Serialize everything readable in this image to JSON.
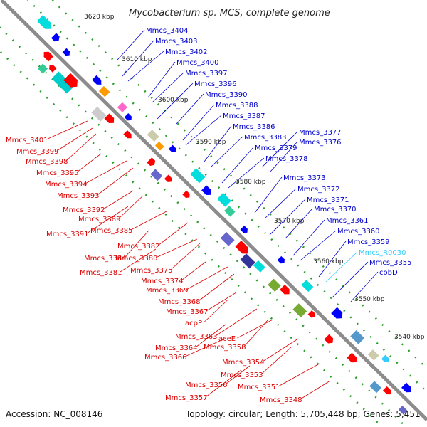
{
  "title": "Mycobacterium sp. MCS, complete genome",
  "footer": {
    "accession": "Accession: NC_008146",
    "topology": "Topology: circular; Length: 5,705,448 bp; Genes: 5,451"
  },
  "colors": {
    "forward": "#ff0000",
    "reverse": "#0000ff",
    "rna": "#33ccff",
    "axis": "#808080",
    "ticks": "#009900"
  },
  "ticks": [
    "3620 kbp",
    "3610 kbp",
    "3600 kbp",
    "3590 kbp",
    "3580 kbp",
    "3570 kbp",
    "3560 kbp",
    "3550 kbp",
    "3540 kbp"
  ],
  "right_labels": [
    {
      "text": "Mmcs_3404",
      "color": "#0000cc"
    },
    {
      "text": "Mmcs_3403",
      "color": "#0000cc"
    },
    {
      "text": "Mmcs_3402",
      "color": "#0000cc"
    },
    {
      "text": "Mmcs_3400",
      "color": "#0000cc"
    },
    {
      "text": "Mmcs_3397",
      "color": "#0000cc"
    },
    {
      "text": "Mmcs_3396",
      "color": "#0000cc"
    },
    {
      "text": "Mmcs_3390",
      "color": "#0000cc"
    },
    {
      "text": "Mmcs_3388",
      "color": "#0000cc"
    },
    {
      "text": "Mmcs_3387",
      "color": "#0000cc"
    },
    {
      "text": "Mmcs_3386",
      "color": "#0000cc"
    },
    {
      "text": "Mmcs_3383",
      "color": "#0000cc"
    },
    {
      "text": "Mmcs_3377",
      "color": "#0000cc"
    },
    {
      "text": "Mmcs_3376",
      "color": "#0000cc"
    },
    {
      "text": "Mmcs_3379",
      "color": "#0000cc"
    },
    {
      "text": "Mmcs_3378",
      "color": "#0000cc"
    },
    {
      "text": "Mmcs_3373",
      "color": "#0000cc"
    },
    {
      "text": "Mmcs_3372",
      "color": "#0000cc"
    },
    {
      "text": "Mmcs_3371",
      "color": "#0000cc"
    },
    {
      "text": "Mmcs_3370",
      "color": "#0000cc"
    },
    {
      "text": "Mmcs_3361",
      "color": "#0000cc"
    },
    {
      "text": "Mmcs_3360",
      "color": "#0000cc"
    },
    {
      "text": "Mmcs_3359",
      "color": "#0000cc"
    },
    {
      "text": "Mmcs_R0030",
      "color": "#33ccff"
    },
    {
      "text": "Mmcs_3355",
      "color": "#0000cc"
    },
    {
      "text": "cobD",
      "color": "#0000cc"
    }
  ],
  "left_labels": [
    {
      "text": "Mmcs_3401"
    },
    {
      "text": "Mmcs_3399"
    },
    {
      "text": "Mmcs_3398"
    },
    {
      "text": "Mmcs_3395"
    },
    {
      "text": "Mmcs_3394"
    },
    {
      "text": "Mmcs_3393"
    },
    {
      "text": "Mmcs_3392"
    },
    {
      "text": "Mmcs_3389"
    },
    {
      "text": "Mmcs_3391"
    },
    {
      "text": "Mmcs_3385"
    },
    {
      "text": "Mmcs_3382"
    },
    {
      "text": "Mmcs_3384"
    },
    {
      "text": "Mmcs_3380"
    },
    {
      "text": "Mmcs_3381"
    },
    {
      "text": "Mmcs_3375"
    },
    {
      "text": "Mmcs_3374"
    },
    {
      "text": "Mmcs_3369"
    },
    {
      "text": "Mmcs_3368"
    },
    {
      "text": "Mmcs_3367"
    },
    {
      "text": "acpP"
    },
    {
      "text": "Mmcs_3363"
    },
    {
      "text": "aceE"
    },
    {
      "text": "Mmcs_3364"
    },
    {
      "text": "Mmcs_3358"
    },
    {
      "text": "Mmcs_3366"
    },
    {
      "text": "Mmcs_3354"
    },
    {
      "text": "Mmcs_3353"
    },
    {
      "text": "Mmcs_3356"
    },
    {
      "text": "Mmcs_3351"
    },
    {
      "text": "Mmcs_3357"
    },
    {
      "text": "Mmcs_3348"
    }
  ]
}
